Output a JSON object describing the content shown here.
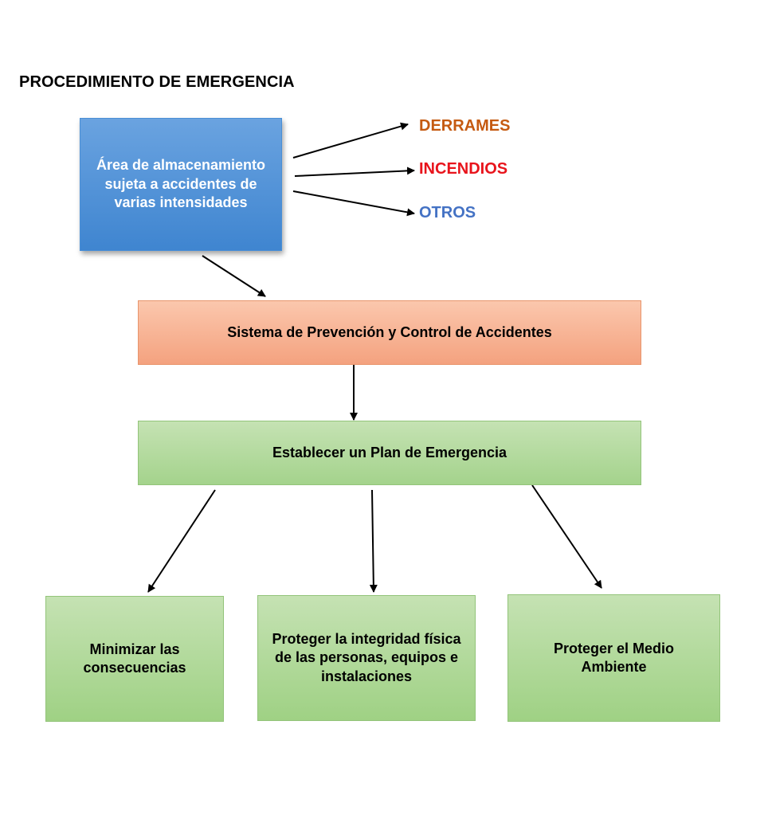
{
  "title": "PROCEDIMIENTO DE EMERGENCIA",
  "nodes": {
    "storage_area": "Área de almacenamiento sujeta a accidentes de varias intensidades",
    "prevention_system": "Sistema de Prevención y Control de Accidentes",
    "emergency_plan": "Establecer un Plan de Emergencia",
    "minimize": "Minimizar las consecuencias",
    "protect_people": "Proteger la integridad física de las personas, equipos e instalaciones",
    "protect_environment": "Proteger el Medio Ambiente"
  },
  "risks": {
    "spills": {
      "text": "DERRAMES",
      "color": "#c55a11"
    },
    "fires": {
      "text": "INCENDIOS",
      "color": "#e8141c"
    },
    "others": {
      "text": "OTROS",
      "color": "#4472c4"
    }
  }
}
